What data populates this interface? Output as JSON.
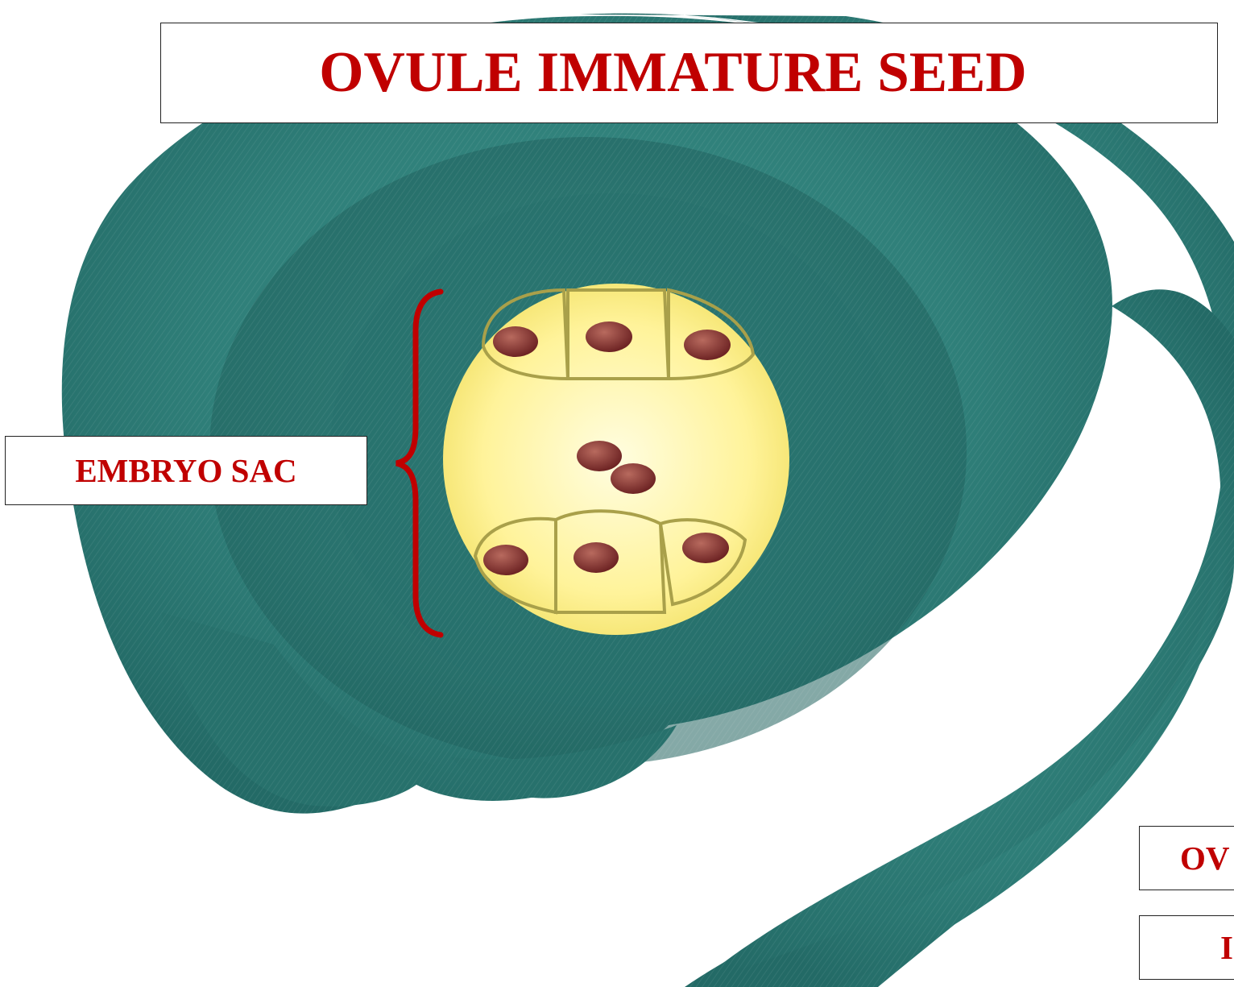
{
  "title": "OVULE IMMATURE SEED",
  "labels": {
    "embryo_sac": "EMBRYO SAC",
    "ovule_partial": "OV",
    "second_partial": "I"
  },
  "colors": {
    "label_text": "#c00000",
    "integument_teal": "#2e7d78",
    "embryo_sac_yellow": "#fff59d",
    "nucleus": "#7a2c2c",
    "bracket": "#c00000"
  },
  "icons": {
    "bracket": "curly-brace-icon"
  }
}
